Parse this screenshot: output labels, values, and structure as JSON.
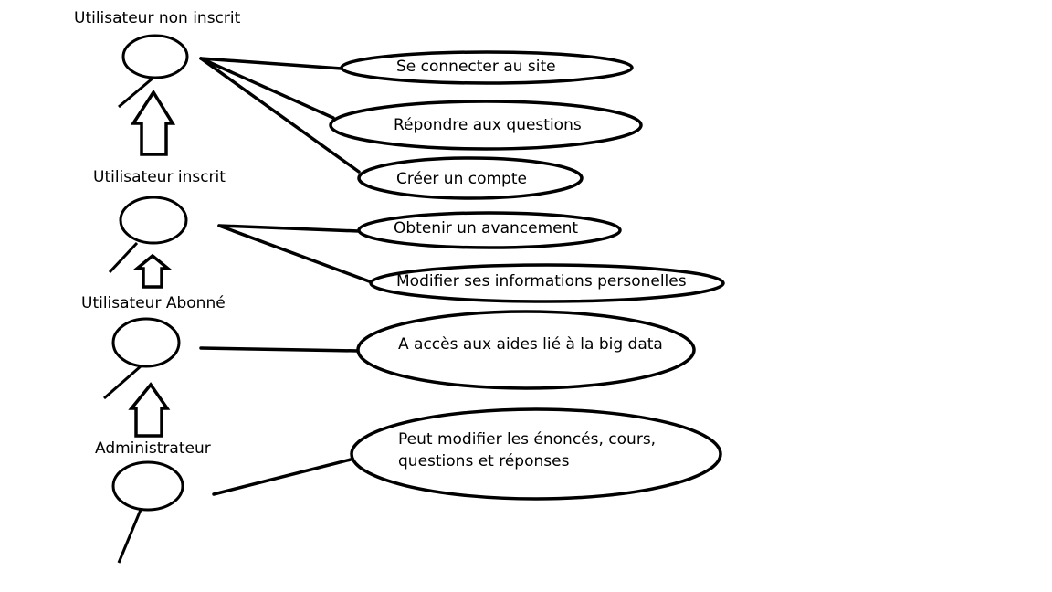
{
  "colors": {
    "ink": "#000000",
    "background": "#ffffff"
  },
  "actors": [
    {
      "name": "Utilisateur non inscrit"
    },
    {
      "name": "Utilisateur inscrit"
    },
    {
      "name": "Utilisateur Abonné"
    },
    {
      "name": "Administrateur"
    }
  ],
  "use_cases": [
    {
      "label": "Se connecter au site"
    },
    {
      "label": "Répondre aux questions"
    },
    {
      "label": "Créer un compte"
    },
    {
      "label": "Obtenir un avancement"
    },
    {
      "label": "Modifier ses informations personelles"
    },
    {
      "label": "A accès aux aides lié à la big data"
    },
    {
      "label": "Peut modifier les énoncés, cours, questions et réponses"
    }
  ],
  "associations": [
    {
      "actor": 0,
      "use_case": 0
    },
    {
      "actor": 0,
      "use_case": 1
    },
    {
      "actor": 0,
      "use_case": 2
    },
    {
      "actor": 1,
      "use_case": 3
    },
    {
      "actor": 1,
      "use_case": 4
    },
    {
      "actor": 2,
      "use_case": 5
    },
    {
      "actor": 3,
      "use_case": 6
    }
  ],
  "generalizations": [
    {
      "from": 1,
      "to": 0
    },
    {
      "from": 2,
      "to": 1
    },
    {
      "from": 3,
      "to": 2
    }
  ]
}
